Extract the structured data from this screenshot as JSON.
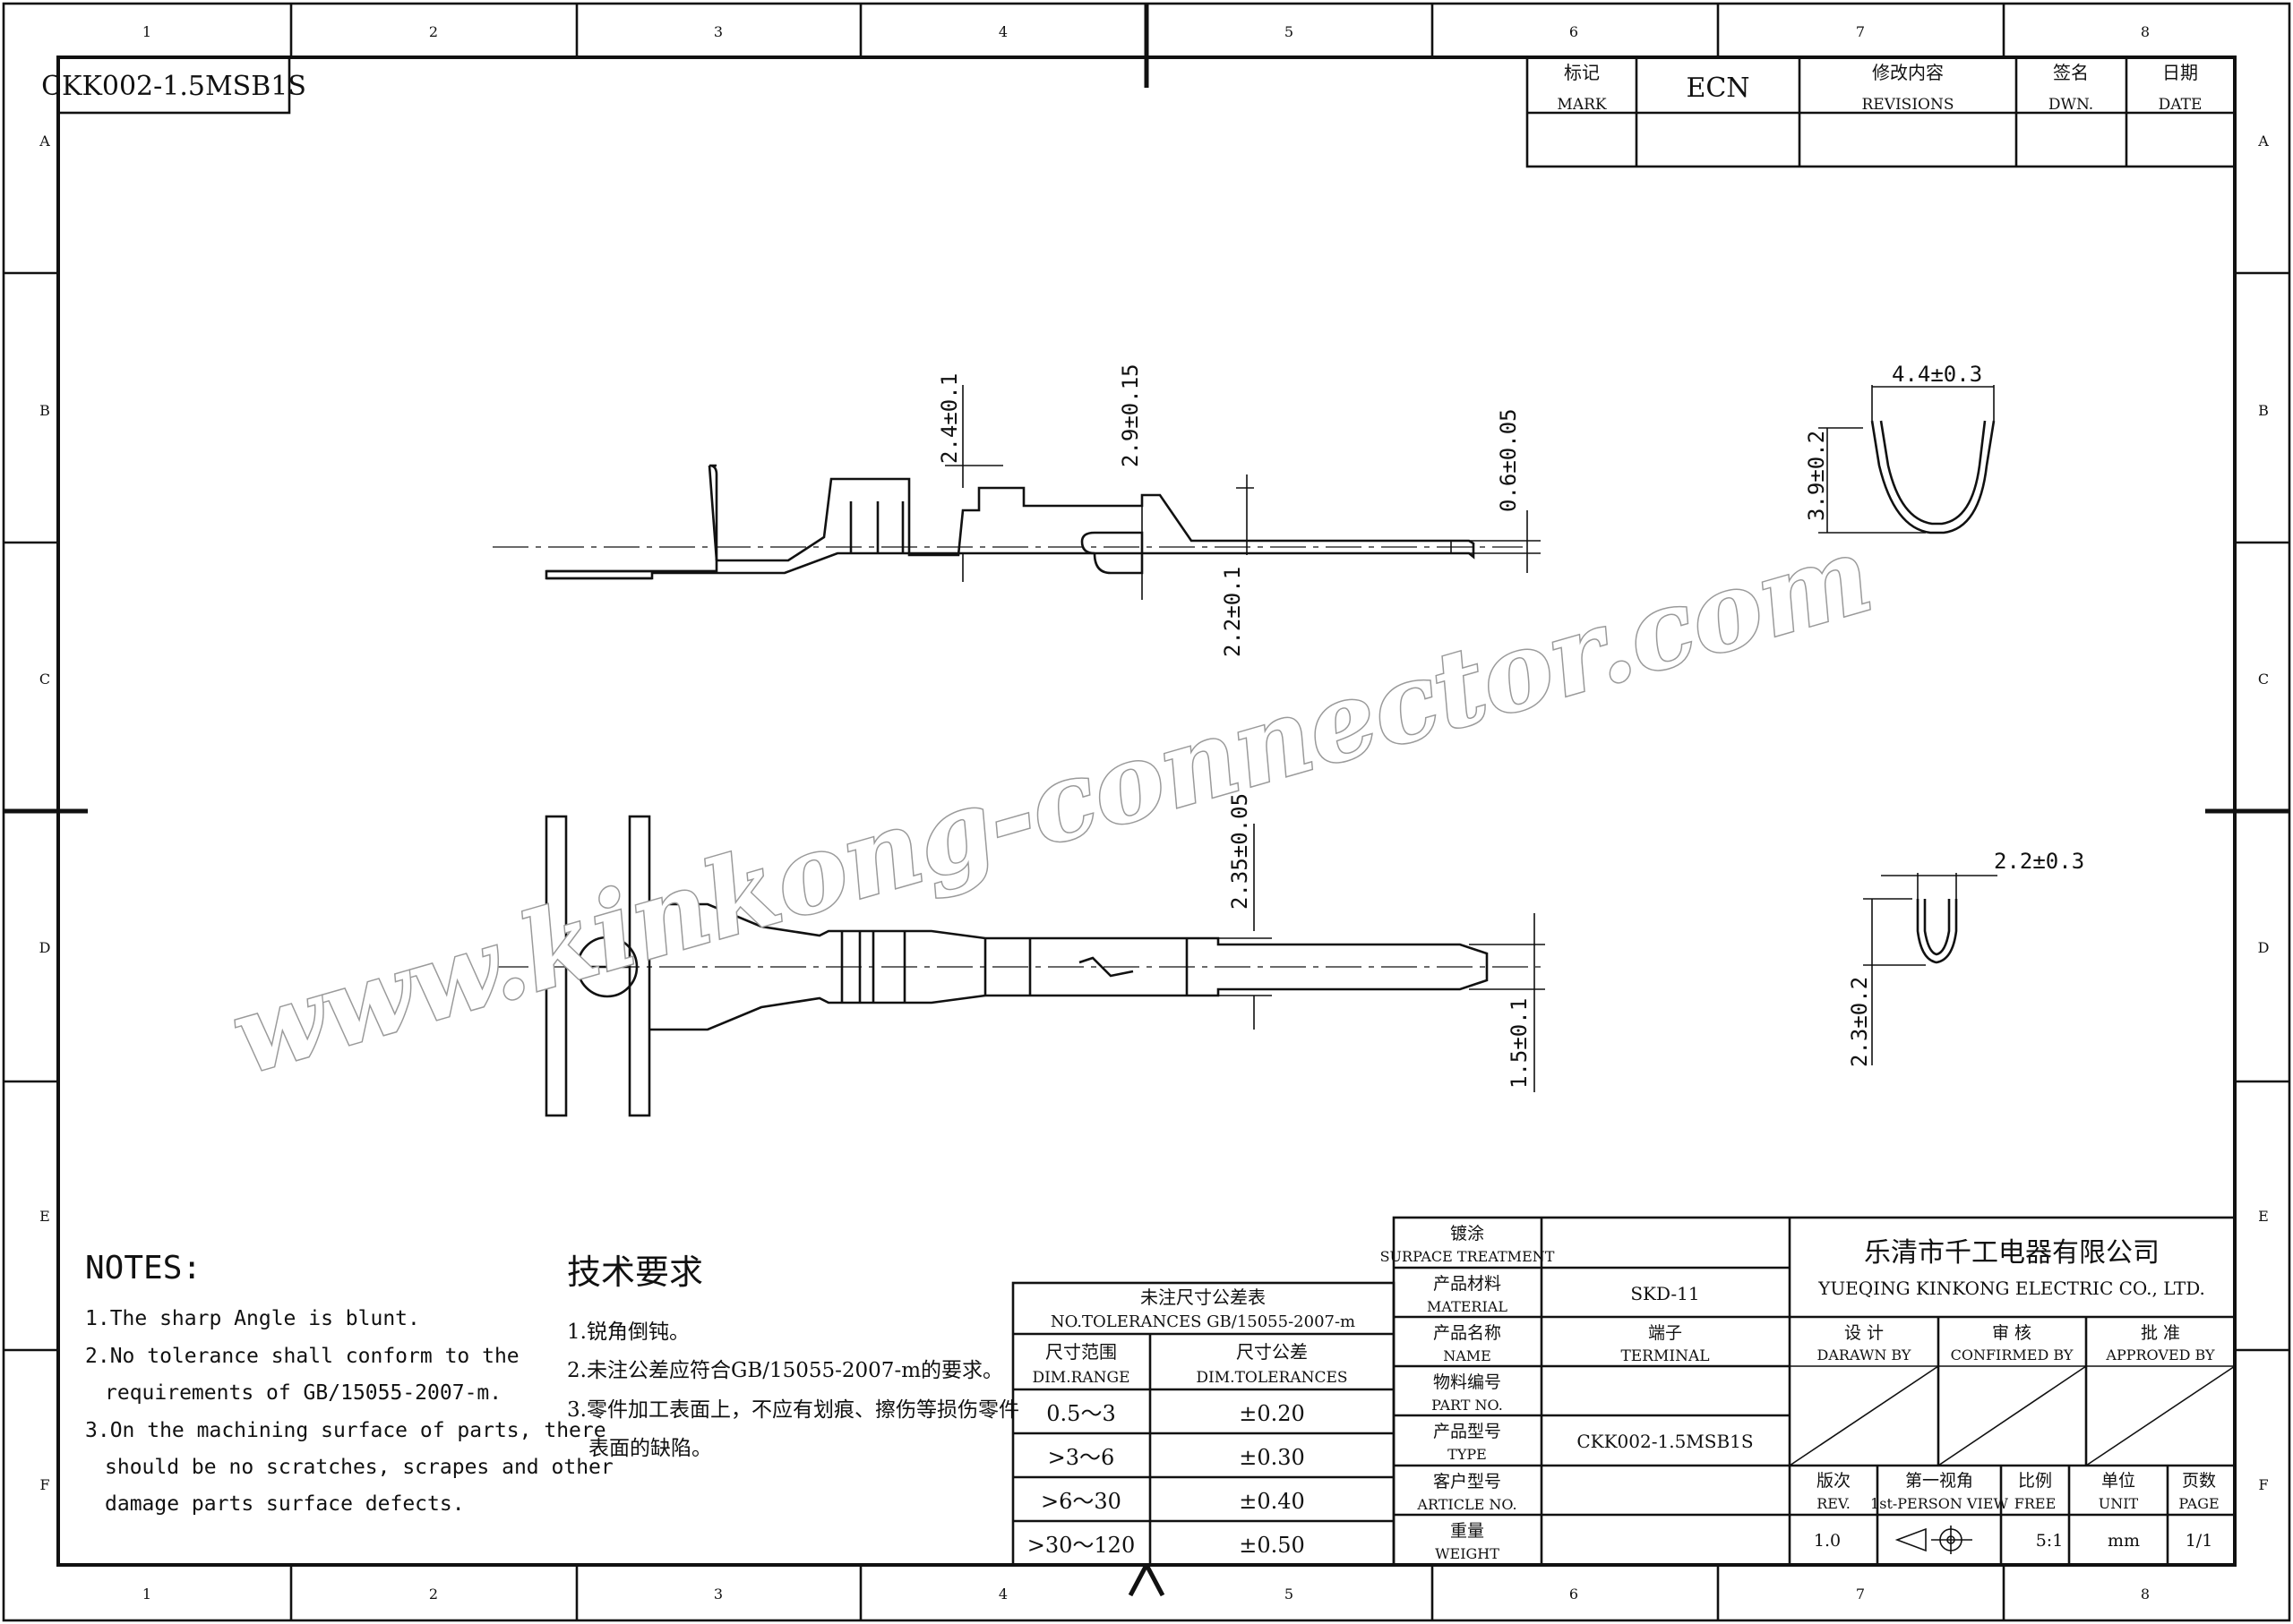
{
  "part_number": "CKK002-1.5MSB1S",
  "grid": {
    "columns": [
      "1",
      "2",
      "3",
      "4",
      "5",
      "6",
      "7",
      "8"
    ],
    "rows": [
      "A",
      "B",
      "C",
      "D",
      "E",
      "F"
    ]
  },
  "revision_table": {
    "mark_cn": "标记",
    "mark_en": "MARK",
    "ecn": "ECN",
    "revisions_cn": "修改内容",
    "revisions_en": "REVISIONS",
    "dwn_cn": "签名",
    "dwn_en": "DWN.",
    "date_cn": "日期",
    "date_en": "DATE"
  },
  "dimensions": {
    "side_a": "2.4±0.1",
    "side_b": "2.9±0.15",
    "side_c": "0.6±0.05",
    "side_d": "2.2±0.1",
    "top_a": "2.35±0.05",
    "top_b": "1.5±0.1",
    "sec1_w": "4.4±0.3",
    "sec1_h": "3.9±0.2",
    "sec2_w": "2.2±0.3",
    "sec2_h": "2.3±0.2"
  },
  "watermark": "www.kinkong-connector.com",
  "notes_en": {
    "title": "NOTES:",
    "l1": "1.The sharp Angle is blunt.",
    "l2": "2.No tolerance shall conform to the",
    "l3": "requirements of GB/15055-2007-m.",
    "l4": "3.On the machining surface of parts, there",
    "l5": "should be no scratches, scrapes and other",
    "l6": "damage parts surface defects."
  },
  "notes_cn": {
    "title": "技术要求",
    "l1": "1.锐角倒钝。",
    "l2": "2.未注公差应符合GB/15055-2007-m的要求。",
    "l3": "3.零件加工表面上，不应有划痕、擦伤等损伤零件",
    "l4": "表面的缺陷。"
  },
  "tolerance_table": {
    "title_cn": "未注尺寸公差表",
    "title_en": "NO.TOLERANCES GB/15055-2007-m",
    "range_cn": "尺寸范围",
    "range_en": "DIM.RANGE",
    "tol_cn": "尺寸公差",
    "tol_en": "DIM.TOLERANCES",
    "rows": [
      {
        "range": "0.5～3",
        "tol": "±0.20"
      },
      {
        "range": ">3～6",
        "tol": "±0.30"
      },
      {
        "range": ">6～30",
        "tol": "±0.40"
      },
      {
        "range": ">30～120",
        "tol": "±0.50"
      }
    ]
  },
  "title_block": {
    "surface_cn": "镀涂",
    "surface_en": "SURPACE TREATMENT",
    "surface_val": "",
    "material_cn": "产品材料",
    "material_en": "MATERIAL",
    "material_val": "SKD-11",
    "name_cn": "产品名称",
    "name_en": "NAME",
    "name_val_cn": "端子",
    "name_val_en": "TERMINAL",
    "partno_cn": "物料编号",
    "partno_en": "PART NO.",
    "partno_val": "",
    "type_cn": "产品型号",
    "type_en": "TYPE",
    "type_val": "CKK002-1.5MSB1S",
    "article_cn": "客户型号",
    "article_en": "ARTICLE NO.",
    "article_val": "",
    "weight_cn": "重量",
    "weight_en": "WEIGHT",
    "weight_val": "",
    "company_cn": "乐清市千工电器有限公司",
    "company_en": "YUEQING KINKONG ELECTRIC CO., LTD.",
    "drawn_cn": "设 计",
    "drawn_en": "DARAWN BY",
    "confirmed_cn": "审 核",
    "confirmed_en": "CONFIRMED BY",
    "approved_cn": "批 准",
    "approved_en": "APPROVED BY",
    "rev_cn": "版次",
    "rev_en": "REV.",
    "rev_val": "1.0",
    "view_cn": "第一视角",
    "view_en": "1st-PERSON VIEW",
    "scale_cn": "比例",
    "scale_en": "FREE",
    "scale_val": "5:1",
    "unit_cn": "单位",
    "unit_en": "UNIT",
    "unit_val": "mm",
    "page_cn": "页数",
    "page_en": "PAGE",
    "page_val": "1/1"
  }
}
